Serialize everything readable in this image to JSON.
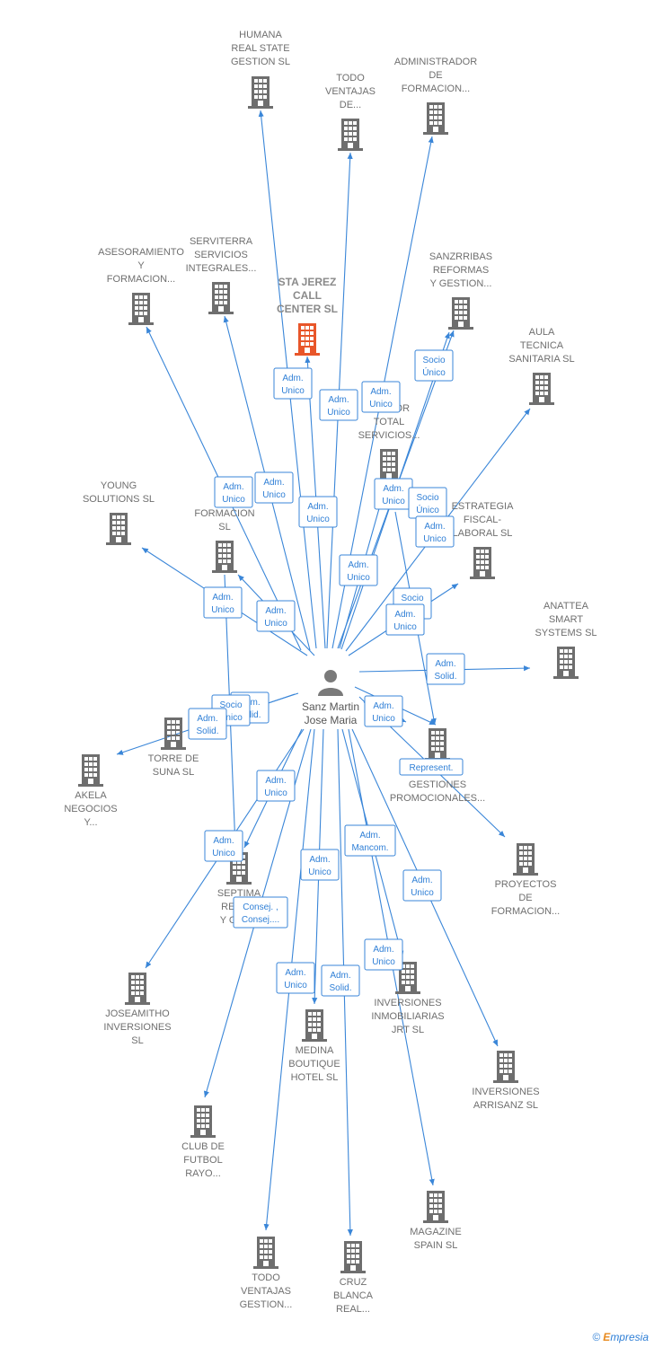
{
  "center": {
    "label": [
      "Sanz Martin",
      "Jose Maria"
    ]
  },
  "nodes": [
    {
      "id": "humana",
      "label": [
        "HUMANA",
        "REAL STATE",
        "GESTION  SL"
      ]
    },
    {
      "id": "todo_ventajas_de",
      "label": [
        "TODO",
        "VENTAJAS",
        "DE..."
      ]
    },
    {
      "id": "administrador",
      "label": [
        "ADMINISTRADOR",
        "DE",
        "FORMACION..."
      ]
    },
    {
      "id": "asesoramiento",
      "label": [
        "ASESORAMIENTO",
        "Y",
        "FORMACION..."
      ]
    },
    {
      "id": "serviterra",
      "label": [
        "SERVITERRA",
        "SERVICIOS",
        "INTEGRALES..."
      ]
    },
    {
      "id": "sta_jerez",
      "label": [
        "STA JEREZ",
        "CALL",
        "CENTER  SL"
      ],
      "focus": true
    },
    {
      "id": "sanzrribas",
      "label": [
        "SANZRRIBAS",
        "REFORMAS",
        "Y GESTION..."
      ]
    },
    {
      "id": "aula",
      "label": [
        "AULA",
        "TECNICA",
        "SANITARIA  SL"
      ]
    },
    {
      "id": "gestor_total",
      "label": [
        "GESTOR",
        "TOTAL",
        "SERVICIOS..."
      ]
    },
    {
      "id": "young",
      "label": [
        "YOUNG",
        "SOLUTIONS  SL"
      ]
    },
    {
      "id": "se_formacion",
      "label": [
        "SE",
        "FORMACION",
        "SL"
      ]
    },
    {
      "id": "estrategia",
      "label": [
        "ESTRATEGIA",
        "FISCAL-",
        "LABORAL  SL"
      ]
    },
    {
      "id": "anattea",
      "label": [
        "ANATTEA",
        "SMART",
        "SYSTEMS  SL"
      ]
    },
    {
      "id": "torre",
      "label": [
        "TORRE DE",
        "SUNA  SL"
      ]
    },
    {
      "id": "akela",
      "label": [
        "AKELA",
        "NEGOCIOS",
        "Y..."
      ]
    },
    {
      "id": "gestiones",
      "label": [
        "GESTIONES",
        "PROMOCIONALES..."
      ]
    },
    {
      "id": "proyectos",
      "label": [
        "PROYECTOS",
        "DE",
        "FORMACION..."
      ]
    },
    {
      "id": "septima",
      "label": [
        "SEPTIMA",
        "REFO...",
        "Y GES..."
      ]
    },
    {
      "id": "joseamitho",
      "label": [
        "JOSEAMITHO",
        "INVERSIONES",
        "SL"
      ]
    },
    {
      "id": "inmobiliarias",
      "label": [
        "INVERSIONES",
        "INMOBILIARIAS",
        "JRT  SL"
      ]
    },
    {
      "id": "medina",
      "label": [
        "MEDINA",
        "BOUTIQUE",
        "HOTEL  SL"
      ]
    },
    {
      "id": "arrisanz",
      "label": [
        "INVERSIONES",
        "ARRISANZ  SL"
      ]
    },
    {
      "id": "club",
      "label": [
        "CLUB DE",
        "FUTBOL",
        "RAYO..."
      ]
    },
    {
      "id": "magazine",
      "label": [
        "MAGAZINE",
        "SPAIN  SL"
      ]
    },
    {
      "id": "todo_gestion",
      "label": [
        "TODO",
        "VENTAJAS",
        "GESTION..."
      ]
    },
    {
      "id": "cruz",
      "label": [
        "CRUZ",
        "BLANCA",
        "REAL..."
      ]
    }
  ],
  "relations": [
    {
      "id": "r1",
      "label": [
        "Adm.",
        "Unico"
      ]
    },
    {
      "id": "r2",
      "label": [
        "Adm.",
        "Unico"
      ]
    },
    {
      "id": "r3",
      "label": [
        "Adm.",
        "Unico"
      ]
    },
    {
      "id": "r4",
      "label": [
        "Socio",
        "Único"
      ]
    },
    {
      "id": "r5",
      "label": [
        "Adm.",
        "Unico"
      ]
    },
    {
      "id": "r6",
      "label": [
        "Adm.",
        "Unico"
      ]
    },
    {
      "id": "r7",
      "label": [
        "Adm.",
        "Unico"
      ]
    },
    {
      "id": "r8",
      "label": [
        "Adm.",
        "Unico"
      ]
    },
    {
      "id": "r9",
      "label": [
        "Socio",
        "Único"
      ]
    },
    {
      "id": "r10",
      "label": [
        "Adm.",
        "Unico"
      ]
    },
    {
      "id": "r11",
      "label": [
        "Adm.",
        "Unico"
      ]
    },
    {
      "id": "r12",
      "label": [
        "Adm.",
        "Unico"
      ]
    },
    {
      "id": "r13",
      "label": [
        "Adm.",
        "Unico"
      ]
    },
    {
      "id": "r14",
      "label": [
        "Socio",
        "Único"
      ]
    },
    {
      "id": "r15",
      "label": [
        "Adm.",
        "Unico"
      ]
    },
    {
      "id": "r16",
      "label": [
        "Adm.",
        "Solid."
      ]
    },
    {
      "id": "r17",
      "label": [
        "Adm.",
        "Solid."
      ]
    },
    {
      "id": "r18",
      "label": [
        "Socio",
        "Único"
      ]
    },
    {
      "id": "r19",
      "label": [
        "Adm.",
        "Solid."
      ]
    },
    {
      "id": "r20",
      "label": [
        "Adm.",
        "Unico"
      ]
    },
    {
      "id": "r21",
      "label": [
        "Represent."
      ]
    },
    {
      "id": "r22",
      "label": [
        "Adm.",
        "Unico"
      ]
    },
    {
      "id": "r23",
      "label": [
        "Adm.",
        "Unico"
      ]
    },
    {
      "id": "r24",
      "label": [
        "Consej. ,",
        "Consej...."
      ]
    },
    {
      "id": "r25",
      "label": [
        "Adm.",
        "Mancom."
      ]
    },
    {
      "id": "r26",
      "label": [
        "Adm.",
        "Unico"
      ]
    },
    {
      "id": "r27",
      "label": [
        "Adm.",
        "Unico"
      ]
    },
    {
      "id": "r28",
      "label": [
        "Adm.",
        "Unico"
      ]
    },
    {
      "id": "r29",
      "label": [
        "Adm.",
        "Unico"
      ]
    },
    {
      "id": "r30",
      "label": [
        "Adm.",
        "Solid."
      ]
    },
    {
      "id": "r31",
      "label": [
        "Adm.",
        "Unico"
      ]
    }
  ],
  "footer": {
    "copyright": "©",
    "brand_first": "E",
    "brand_rest": "mpresia"
  },
  "colors": {
    "edge": "#3a86d8",
    "building": "#6e6e6e",
    "focus_building": "#e8562a",
    "person": "#7a7a7a"
  }
}
